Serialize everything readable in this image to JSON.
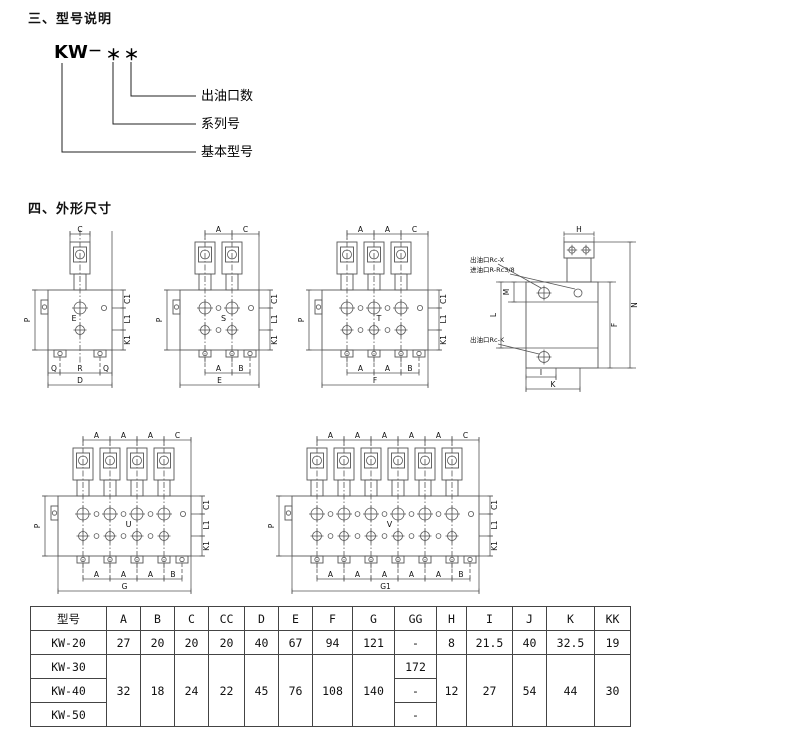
{
  "section_model": {
    "heading": "三、型号说明",
    "code": "KW",
    "dash": "－",
    "star1": "＊",
    "star2": "＊",
    "labels": {
      "outlets": "出油口数",
      "series": "系列号",
      "base": "基本型号"
    }
  },
  "section_dims": {
    "heading": "四、外形尺寸"
  },
  "drawings": {
    "front_views": [
      {
        "n": 1,
        "top": [
          "C"
        ],
        "bottom": [
          "Q",
          "R",
          "Q"
        ],
        "overall": "D",
        "center": "E",
        "left": "P",
        "right": [
          "C1",
          "L1",
          "K1"
        ]
      },
      {
        "n": 2,
        "top": [
          "A",
          "C"
        ],
        "bottom": [
          "A",
          "B"
        ],
        "overall": "E",
        "center": "S",
        "left": "P",
        "right": [
          "C1",
          "L1",
          "K1"
        ]
      },
      {
        "n": 3,
        "top": [
          "A",
          "A",
          "C"
        ],
        "bottom": [
          "A",
          "A",
          "B"
        ],
        "overall": "F",
        "center": "T",
        "left": "P",
        "right": [
          "C1",
          "L1",
          "K1"
        ]
      },
      {
        "n": 4,
        "top": [
          "A",
          "A",
          "A",
          "C"
        ],
        "bottom": [
          "A",
          "A",
          "A",
          "B"
        ],
        "overall": "G",
        "center": "U",
        "left": "P",
        "right": [
          "C1",
          "L1",
          "K1"
        ]
      },
      {
        "n": 6,
        "top": [
          "A",
          "A",
          "A",
          "A",
          "A",
          "C"
        ],
        "bottom": [
          "A",
          "A",
          "A",
          "A",
          "A",
          "B"
        ],
        "overall": "G1",
        "center": "V",
        "left": "P",
        "right": [
          "C1",
          "L1",
          "K1"
        ]
      }
    ],
    "side_view": {
      "top": "H",
      "left_upper": "M",
      "left_lower": "L",
      "right_outer": "N",
      "right_inner": "F",
      "bottom_inner": "I",
      "bottom_outer": "K",
      "note_outlet_top": "出油口Rc-X",
      "note_inlet": "进油口R-Rc3/8",
      "note_outlet_bottom": "出油口Rc-K"
    }
  },
  "table": {
    "headers": [
      "型号",
      "A",
      "B",
      "C",
      "CC",
      "D",
      "E",
      "F",
      "G",
      "GG",
      "H",
      "I",
      "J",
      "K",
      "KK"
    ],
    "kw20": [
      "KW-20",
      "27",
      "20",
      "20",
      "20",
      "40",
      "67",
      "94",
      "121",
      "-",
      "8",
      "21.5",
      "40",
      "32.5",
      "19"
    ],
    "kw30_model": "KW-30",
    "kw30_gg": "172",
    "kw40_model": "KW-40",
    "kw40_gg": "-",
    "kw50_model": "KW-50",
    "kw50_gg": "-",
    "merged": {
      "A": "32",
      "B": "18",
      "C": "24",
      "CC": "22",
      "D": "45",
      "E": "76",
      "F": "108",
      "G": "140",
      "H": "12",
      "I": "27",
      "J": "54",
      "K": "44",
      "KK": "30"
    }
  }
}
